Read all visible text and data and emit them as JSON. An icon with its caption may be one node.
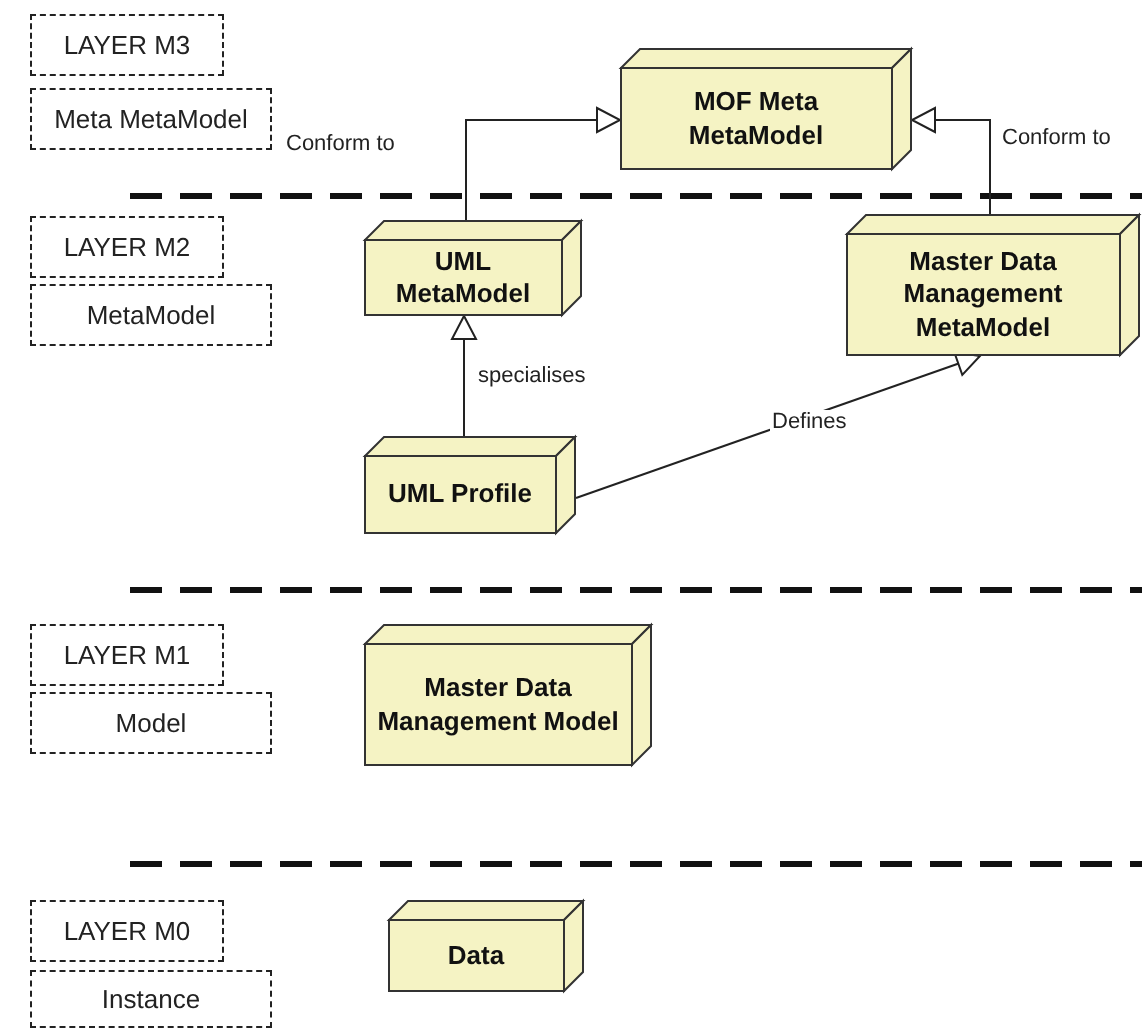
{
  "diagram": {
    "nodes": [
      {
        "text": [
          "LAYER M3"
        ]
      },
      {
        "text": [
          "Meta MetaModel"
        ]
      },
      {
        "text": [
          "MOF Meta MetaModel"
        ]
      },
      {
        "text": [
          "LAYER M2"
        ]
      },
      {
        "text": [
          "MetaModel"
        ]
      },
      {
        "text": [
          "UML MetaModel"
        ]
      },
      {
        "text": [
          "Master Data Management MetaModel"
        ]
      },
      {
        "text": [
          "UML Profile"
        ]
      },
      {
        "text": [
          "LAYER M1"
        ]
      },
      {
        "text": [
          "Model"
        ]
      },
      {
        "text": [
          "Master Data Management Model"
        ]
      },
      {
        "text": [
          "LAYER M0"
        ]
      },
      {
        "text": [
          "Instance"
        ]
      },
      {
        "text": [
          "Data"
        ]
      }
    ],
    "edges": [
      {
        "from": 5,
        "to": 2,
        "arrow": "to",
        "label": "Conform to"
      },
      {
        "from": 6,
        "to": 2,
        "arrow": "to",
        "label": "Conform to"
      },
      {
        "from": 7,
        "to": 5,
        "arrow": "to",
        "label": "specialises"
      },
      {
        "from": 7,
        "to": 6,
        "arrow": "to",
        "label": "Defines"
      }
    ]
  }
}
